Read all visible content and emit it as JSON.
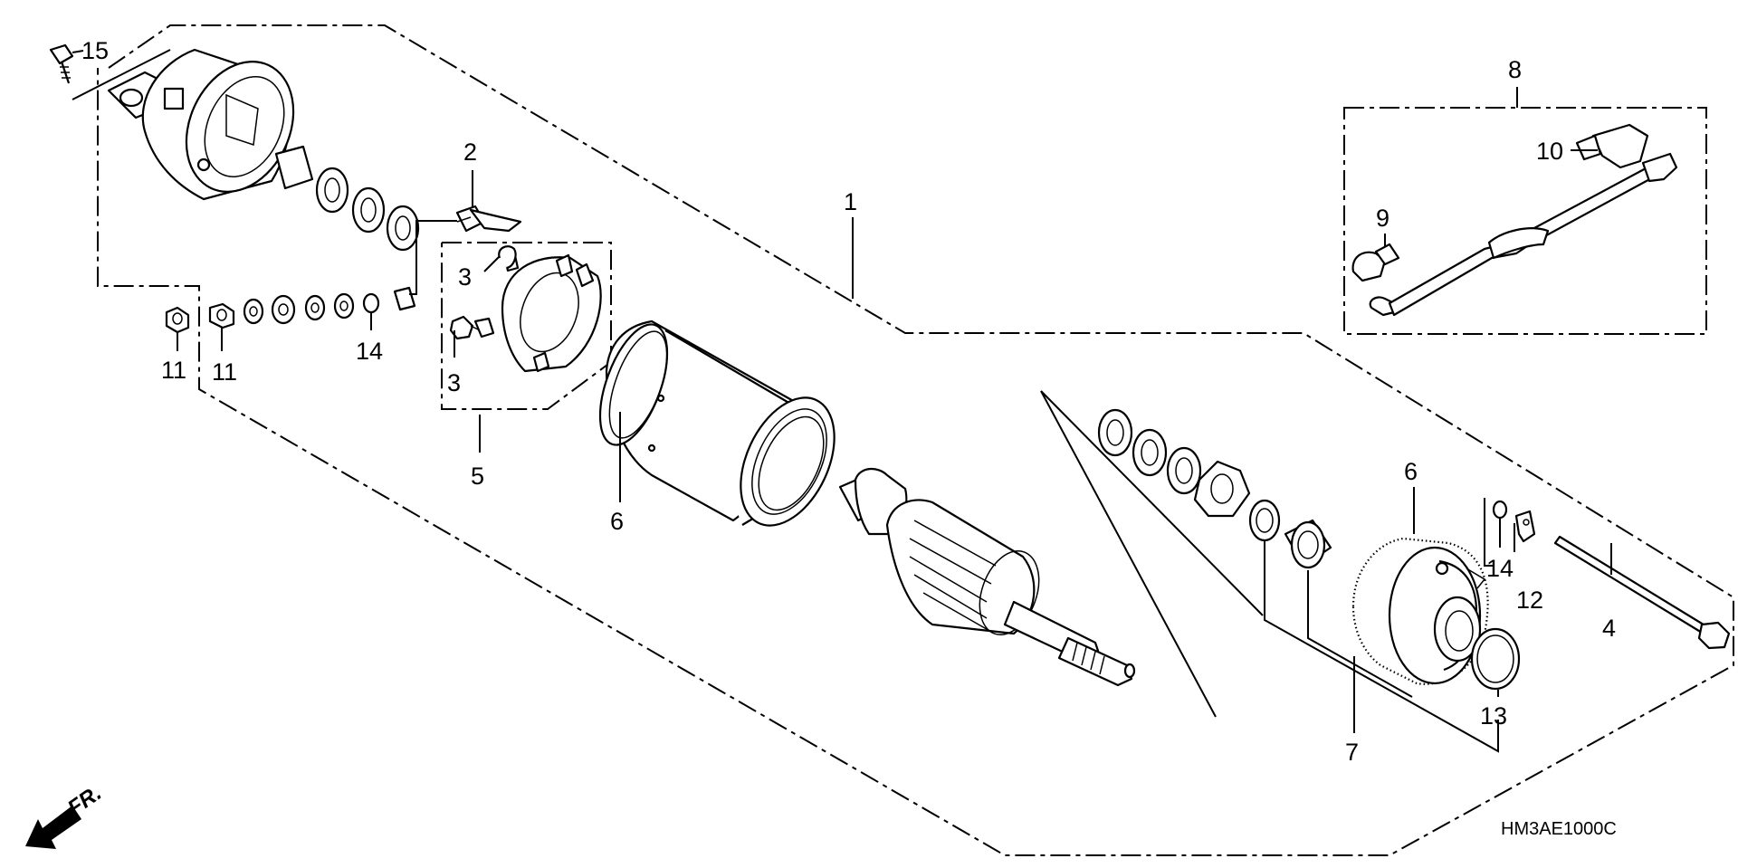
{
  "diagram": {
    "drawing_code": "HM3AE1000C",
    "front_marker": "FR.",
    "callouts": {
      "c1": "1",
      "c2": "2",
      "c3a": "3",
      "c3b": "3",
      "c4": "4",
      "c5": "5",
      "c6a": "6",
      "c6b": "6",
      "c7": "7",
      "c8": "8",
      "c9": "9",
      "c10": "10",
      "c11a": "11",
      "c11b": "11",
      "c12": "12",
      "c13": "13",
      "c14a": "14",
      "c14b": "14",
      "c15": "15"
    }
  }
}
